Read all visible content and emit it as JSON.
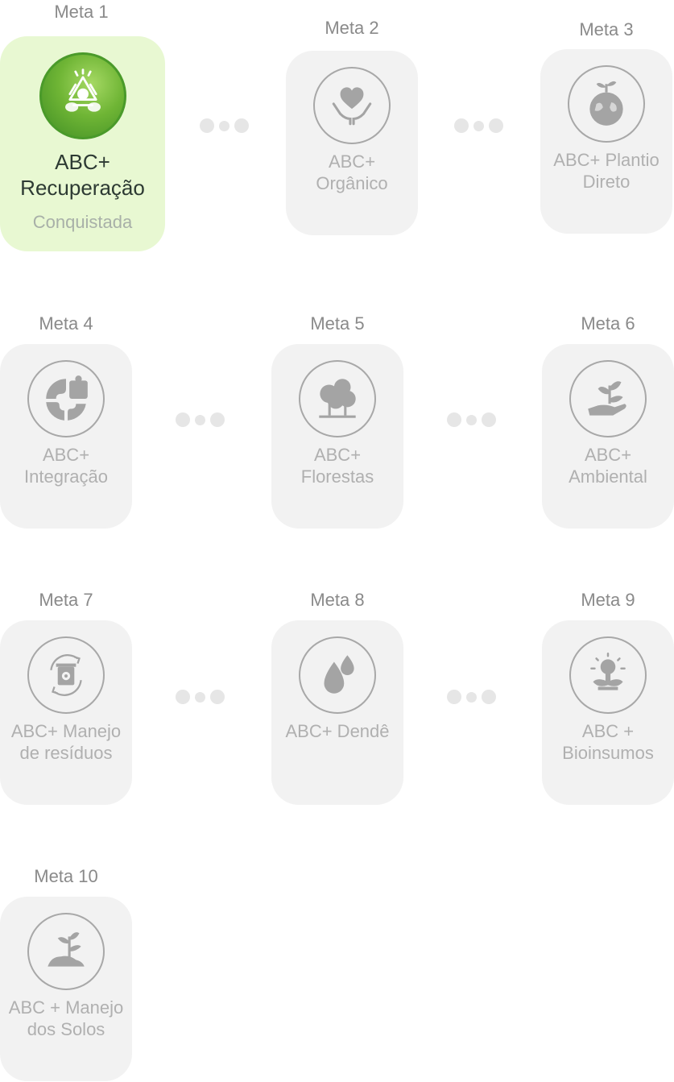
{
  "goals": [
    {
      "meta": "Meta 1",
      "title": "ABC+ Recuperação",
      "status": "Conquistada",
      "icon": "recovery-cycle-icon"
    },
    {
      "meta": "Meta 2",
      "title": "ABC+ Orgânico",
      "icon": "heart-hands-icon"
    },
    {
      "meta": "Meta 3",
      "title": "ABC+ Plantio Direto",
      "icon": "planet-plant-icon"
    },
    {
      "meta": "Meta 4",
      "title": "ABC+ Integração",
      "icon": "puzzle-icon"
    },
    {
      "meta": "Meta 5",
      "title": "ABC+ Florestas",
      "icon": "trees-icon"
    },
    {
      "meta": "Meta 6",
      "title": "ABC+ Ambiental",
      "icon": "hand-plant-icon"
    },
    {
      "meta": "Meta 7",
      "title": "ABC+ Manejo de resíduos",
      "icon": "recycle-bin-icon"
    },
    {
      "meta": "Meta 8",
      "title": "ABC+ Dendê",
      "icon": "oil-drops-icon"
    },
    {
      "meta": "Meta 9",
      "title": "ABC + Bioinsumos",
      "icon": "bulb-plant-icon"
    },
    {
      "meta": "Meta 10",
      "title": "ABC + Manejo dos Solos",
      "icon": "soil-sprout-icon"
    }
  ],
  "colors": {
    "achieved_bg": "#e8f8d2",
    "locked_bg": "#f2f2f2",
    "achieved_icon": "#6fb535",
    "locked_text": "#b0b0b0"
  }
}
